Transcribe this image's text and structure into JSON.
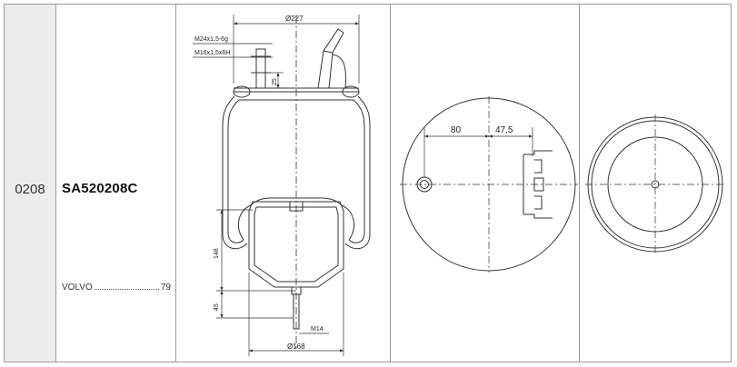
{
  "row": {
    "index": "0208",
    "part_code": "SA520208C",
    "application": {
      "make": "VOLVO",
      "ref": "79"
    }
  },
  "drawing_side": {
    "dia_top": "Ø227",
    "thread_1": "M24x1,5-6g",
    "thread_2": "M16x1,5x6H",
    "dim_25": "25",
    "dim_148": "148",
    "dim_45": "45",
    "thread_bottom": "M14",
    "dia_bottom": "Ø168"
  },
  "drawing_top": {
    "dim_80": "80",
    "dim_47_5": "47,5"
  },
  "colors": {
    "line": "#333333",
    "frame": "#9a9a9a",
    "index_bg": "#ececec"
  }
}
